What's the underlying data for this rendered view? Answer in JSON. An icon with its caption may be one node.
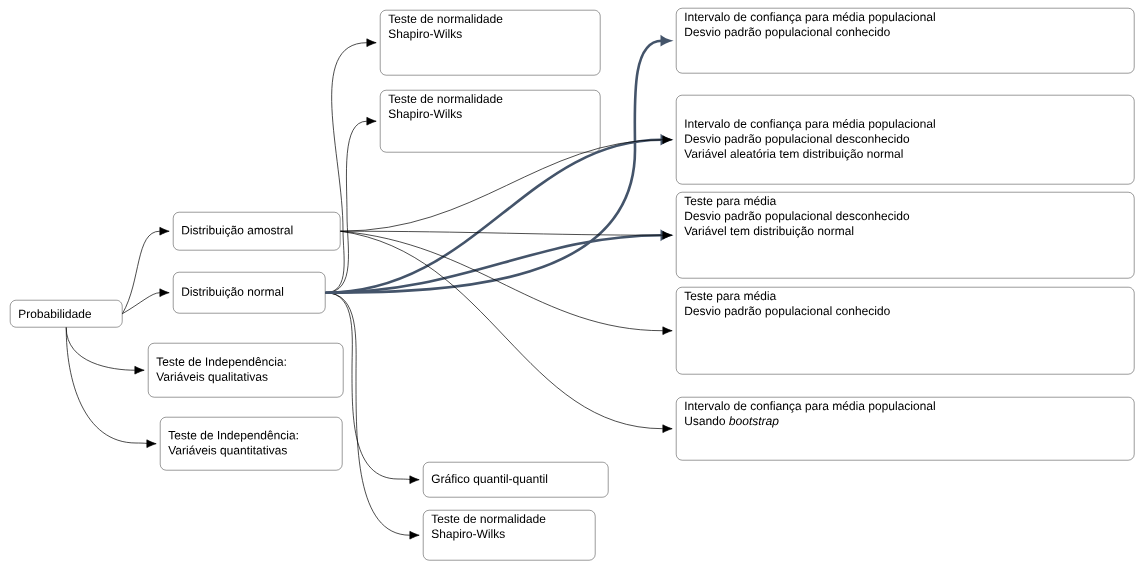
{
  "diagram": {
    "nodes": [
      {
        "text": [
          "Probabilidade"
        ]
      },
      {
        "text": [
          "Distribuição amostral"
        ]
      },
      {
        "text": [
          "Distribuição normal"
        ]
      },
      {
        "text": [
          "Teste de Independência:",
          "Variáveis qualitativas"
        ]
      },
      {
        "text": [
          "Teste de Independência:",
          "Variáveis quantitativas"
        ]
      },
      {
        "text": [
          "Teste de normalidade",
          "Shapiro-Wilks"
        ]
      },
      {
        "text": [
          "Teste de normalidade",
          "Shapiro-Wilks"
        ]
      },
      {
        "text": [
          "Gráfico quantil-quantil"
        ]
      },
      {
        "text": [
          "Teste de normalidade",
          "Shapiro-Wilks"
        ]
      },
      {
        "text": [
          "Intervalo de confiança para média populacional",
          "Desvio padrão populacional conhecido"
        ]
      },
      {
        "text": [
          "Intervalo de confiança para média populacional",
          "Desvio padrão populacional desconhecido",
          "Variável aleatória tem distribuição normal"
        ]
      },
      {
        "text": [
          "Teste para média",
          "Desvio padrão populacional desconhecido",
          "Variável tem distribuição normal"
        ]
      },
      {
        "text": [
          "Teste para média",
          "Desvio padrão populacional conhecido"
        ]
      },
      {
        "text": [
          "Intervalo de confiança para média populacional",
          "Usando *bootstrap*"
        ]
      }
    ],
    "edges": [
      {
        "from": 0,
        "to": 1,
        "arrow": "to"
      },
      {
        "from": 0,
        "to": 2,
        "arrow": "to"
      },
      {
        "from": 0,
        "to": 3,
        "arrow": "to"
      },
      {
        "from": 0,
        "to": 4,
        "arrow": "to"
      },
      {
        "from": 2,
        "to": 5,
        "arrow": "to"
      },
      {
        "from": 2,
        "to": 6,
        "arrow": "to"
      },
      {
        "from": 2,
        "to": 7,
        "arrow": "to"
      },
      {
        "from": 2,
        "to": 8,
        "arrow": "to"
      },
      {
        "from": 2,
        "to": 9,
        "arrow": "to",
        "style": "thick",
        "color": "#44546a"
      },
      {
        "from": 2,
        "to": 10,
        "arrow": "to",
        "style": "thick",
        "color": "#44546a"
      },
      {
        "from": 2,
        "to": 11,
        "arrow": "to",
        "style": "thick",
        "color": "#44546a"
      },
      {
        "from": 1,
        "to": 10,
        "arrow": "to"
      },
      {
        "from": 1,
        "to": 11,
        "arrow": "to"
      },
      {
        "from": 1,
        "to": 12,
        "arrow": "to"
      },
      {
        "from": 1,
        "to": 13,
        "arrow": "to"
      }
    ]
  }
}
